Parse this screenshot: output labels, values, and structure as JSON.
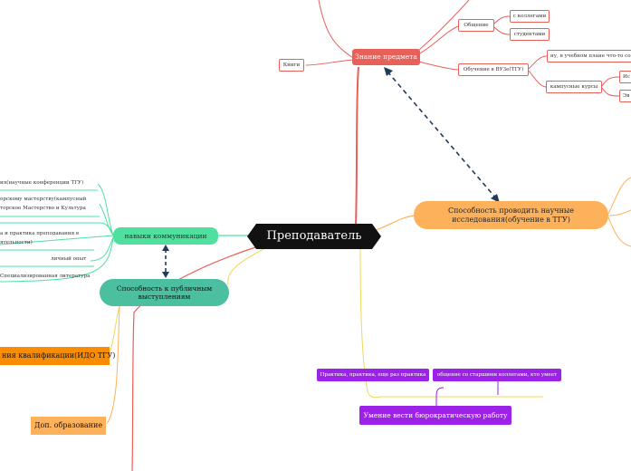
{
  "central": {
    "label": "Преподаватель"
  },
  "branches": {
    "subject_knowledge": {
      "label": "Знание предмета",
      "color": "#e8605a",
      "books": "Книги",
      "communication": {
        "label": "Общение",
        "children": [
          "с коллегами",
          "студентами"
        ]
      },
      "study": {
        "label": "Обучение в ВУЗе(ТГУ)",
        "children": [
          "ну, в учебном плане что-то со",
          "кампусные курсы"
        ],
        "campus_children": [
          "Ис",
          "Эв"
        ]
      }
    },
    "research": {
      "label_line1": "Способность проводить научные",
      "label_line2": "исследования(обучение в ТГУ)",
      "color": "#fdb15b"
    },
    "communication_skills": {
      "label": "навыки коммуникации",
      "color": "#4fe0a0",
      "children": [
        "ия(научные конференции ТГУ)",
        "орскому мастерству(кампусный",
        "торское Мастерство и Культура",
        "а и практика преподавания в",
        "ятельности)",
        "личный опыт",
        "Специализированная литература"
      ]
    },
    "public_speaking": {
      "label_line1": "Способность к публичным",
      "label_line2": "выступлениям",
      "color": "#4bbf9f",
      "children": [
        "ния квалификации(ИДО ТГУ)",
        "Доп. образование"
      ]
    },
    "bureaucratic": {
      "label": "Умение вести бюрократическую работу",
      "color": "#9b22e6",
      "children": [
        "Практика, практика, еще раз практика",
        "общение со старшими коллегами, кто умеет"
      ]
    }
  }
}
